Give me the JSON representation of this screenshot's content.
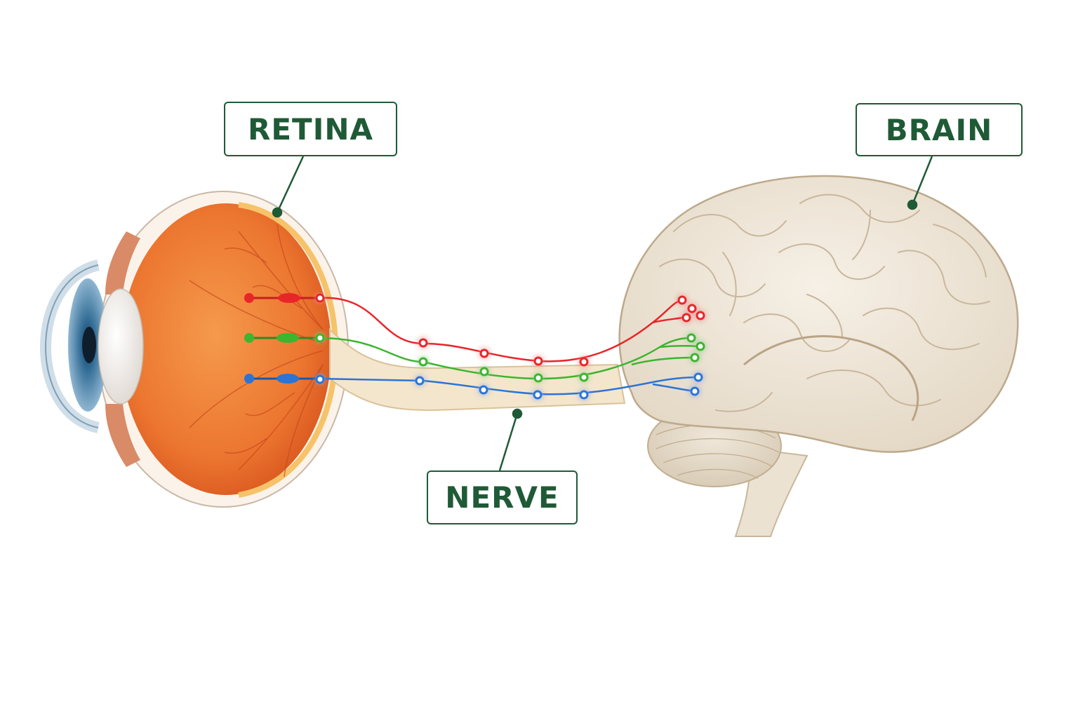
{
  "labels": {
    "retina": "RETINA",
    "brain": "BRAIN",
    "nerve": "NERVE"
  },
  "colors": {
    "label_green": "#1f5a36",
    "signal_red": "#e8262a",
    "signal_green": "#3db52e",
    "signal_blue": "#2a74d6",
    "retina_orange": "#ee7a30",
    "brain_beige": "#efe6d8"
  },
  "signals": [
    {
      "color": "red"
    },
    {
      "color": "green"
    },
    {
      "color": "blue"
    }
  ]
}
